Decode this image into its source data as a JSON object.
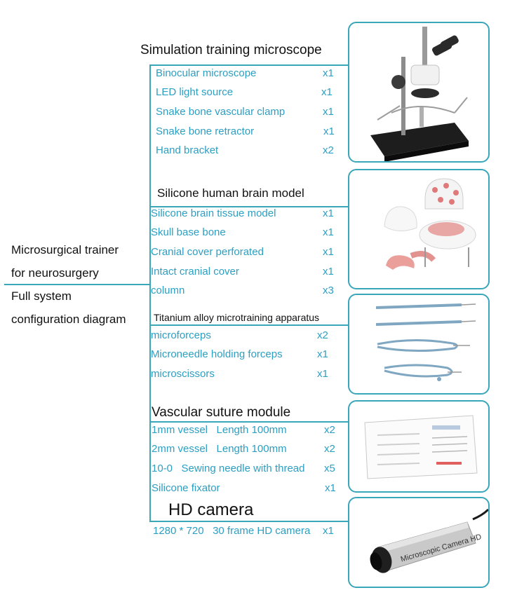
{
  "root": {
    "line1": "Microsurgical trainer",
    "line2": "for neurosurgery",
    "line3": "Full system",
    "line4": "configuration diagram"
  },
  "sections": [
    {
      "title": "Simulation training microscope",
      "items": [
        {
          "name": "Binocular microscope",
          "qty": "x1"
        },
        {
          "name": "LED light source",
          "qty": "x1"
        },
        {
          "name": "Snake bone vascular clamp",
          "qty": "x1"
        },
        {
          "name": "Snake bone retractor",
          "qty": "x1"
        },
        {
          "name": "Hand bracket",
          "qty": "x2"
        }
      ]
    },
    {
      "title": "Silicone human brain model",
      "items": [
        {
          "name": "Silicone brain tissue model",
          "qty": "x1"
        },
        {
          "name": "Skull base bone",
          "qty": "x1"
        },
        {
          "name": "Cranial cover perforated",
          "qty": "x1"
        },
        {
          "name": "Intact cranial cover",
          "qty": "x1"
        },
        {
          "name": "column",
          "qty": "x3"
        }
      ]
    },
    {
      "title": "Titanium alloy microtraining apparatus",
      "items": [
        {
          "name": "microforceps",
          "qty": "x2"
        },
        {
          "name": "Microneedle holding forceps",
          "qty": "x1"
        },
        {
          "name": "microscissors",
          "qty": "x1"
        }
      ]
    },
    {
      "title": "Vascular suture module",
      "items": [
        {
          "name": "1mm vessel   Length 100mm",
          "qty": "x2"
        },
        {
          "name": "2mm vessel   Length 100mm",
          "qty": "x2"
        },
        {
          "name": "10-0   Sewing needle with thread",
          "qty": "x5"
        },
        {
          "name": "Silicone fixator",
          "qty": "x1"
        }
      ]
    },
    {
      "title": "HD camera",
      "items": [
        {
          "name": "1280 * 720   30 frame HD camera",
          "qty": "x1"
        }
      ]
    }
  ],
  "camera_label": "Microscopic Camera HD",
  "colors": {
    "line": "#3aa6b9",
    "item": "#2c9fc3"
  }
}
